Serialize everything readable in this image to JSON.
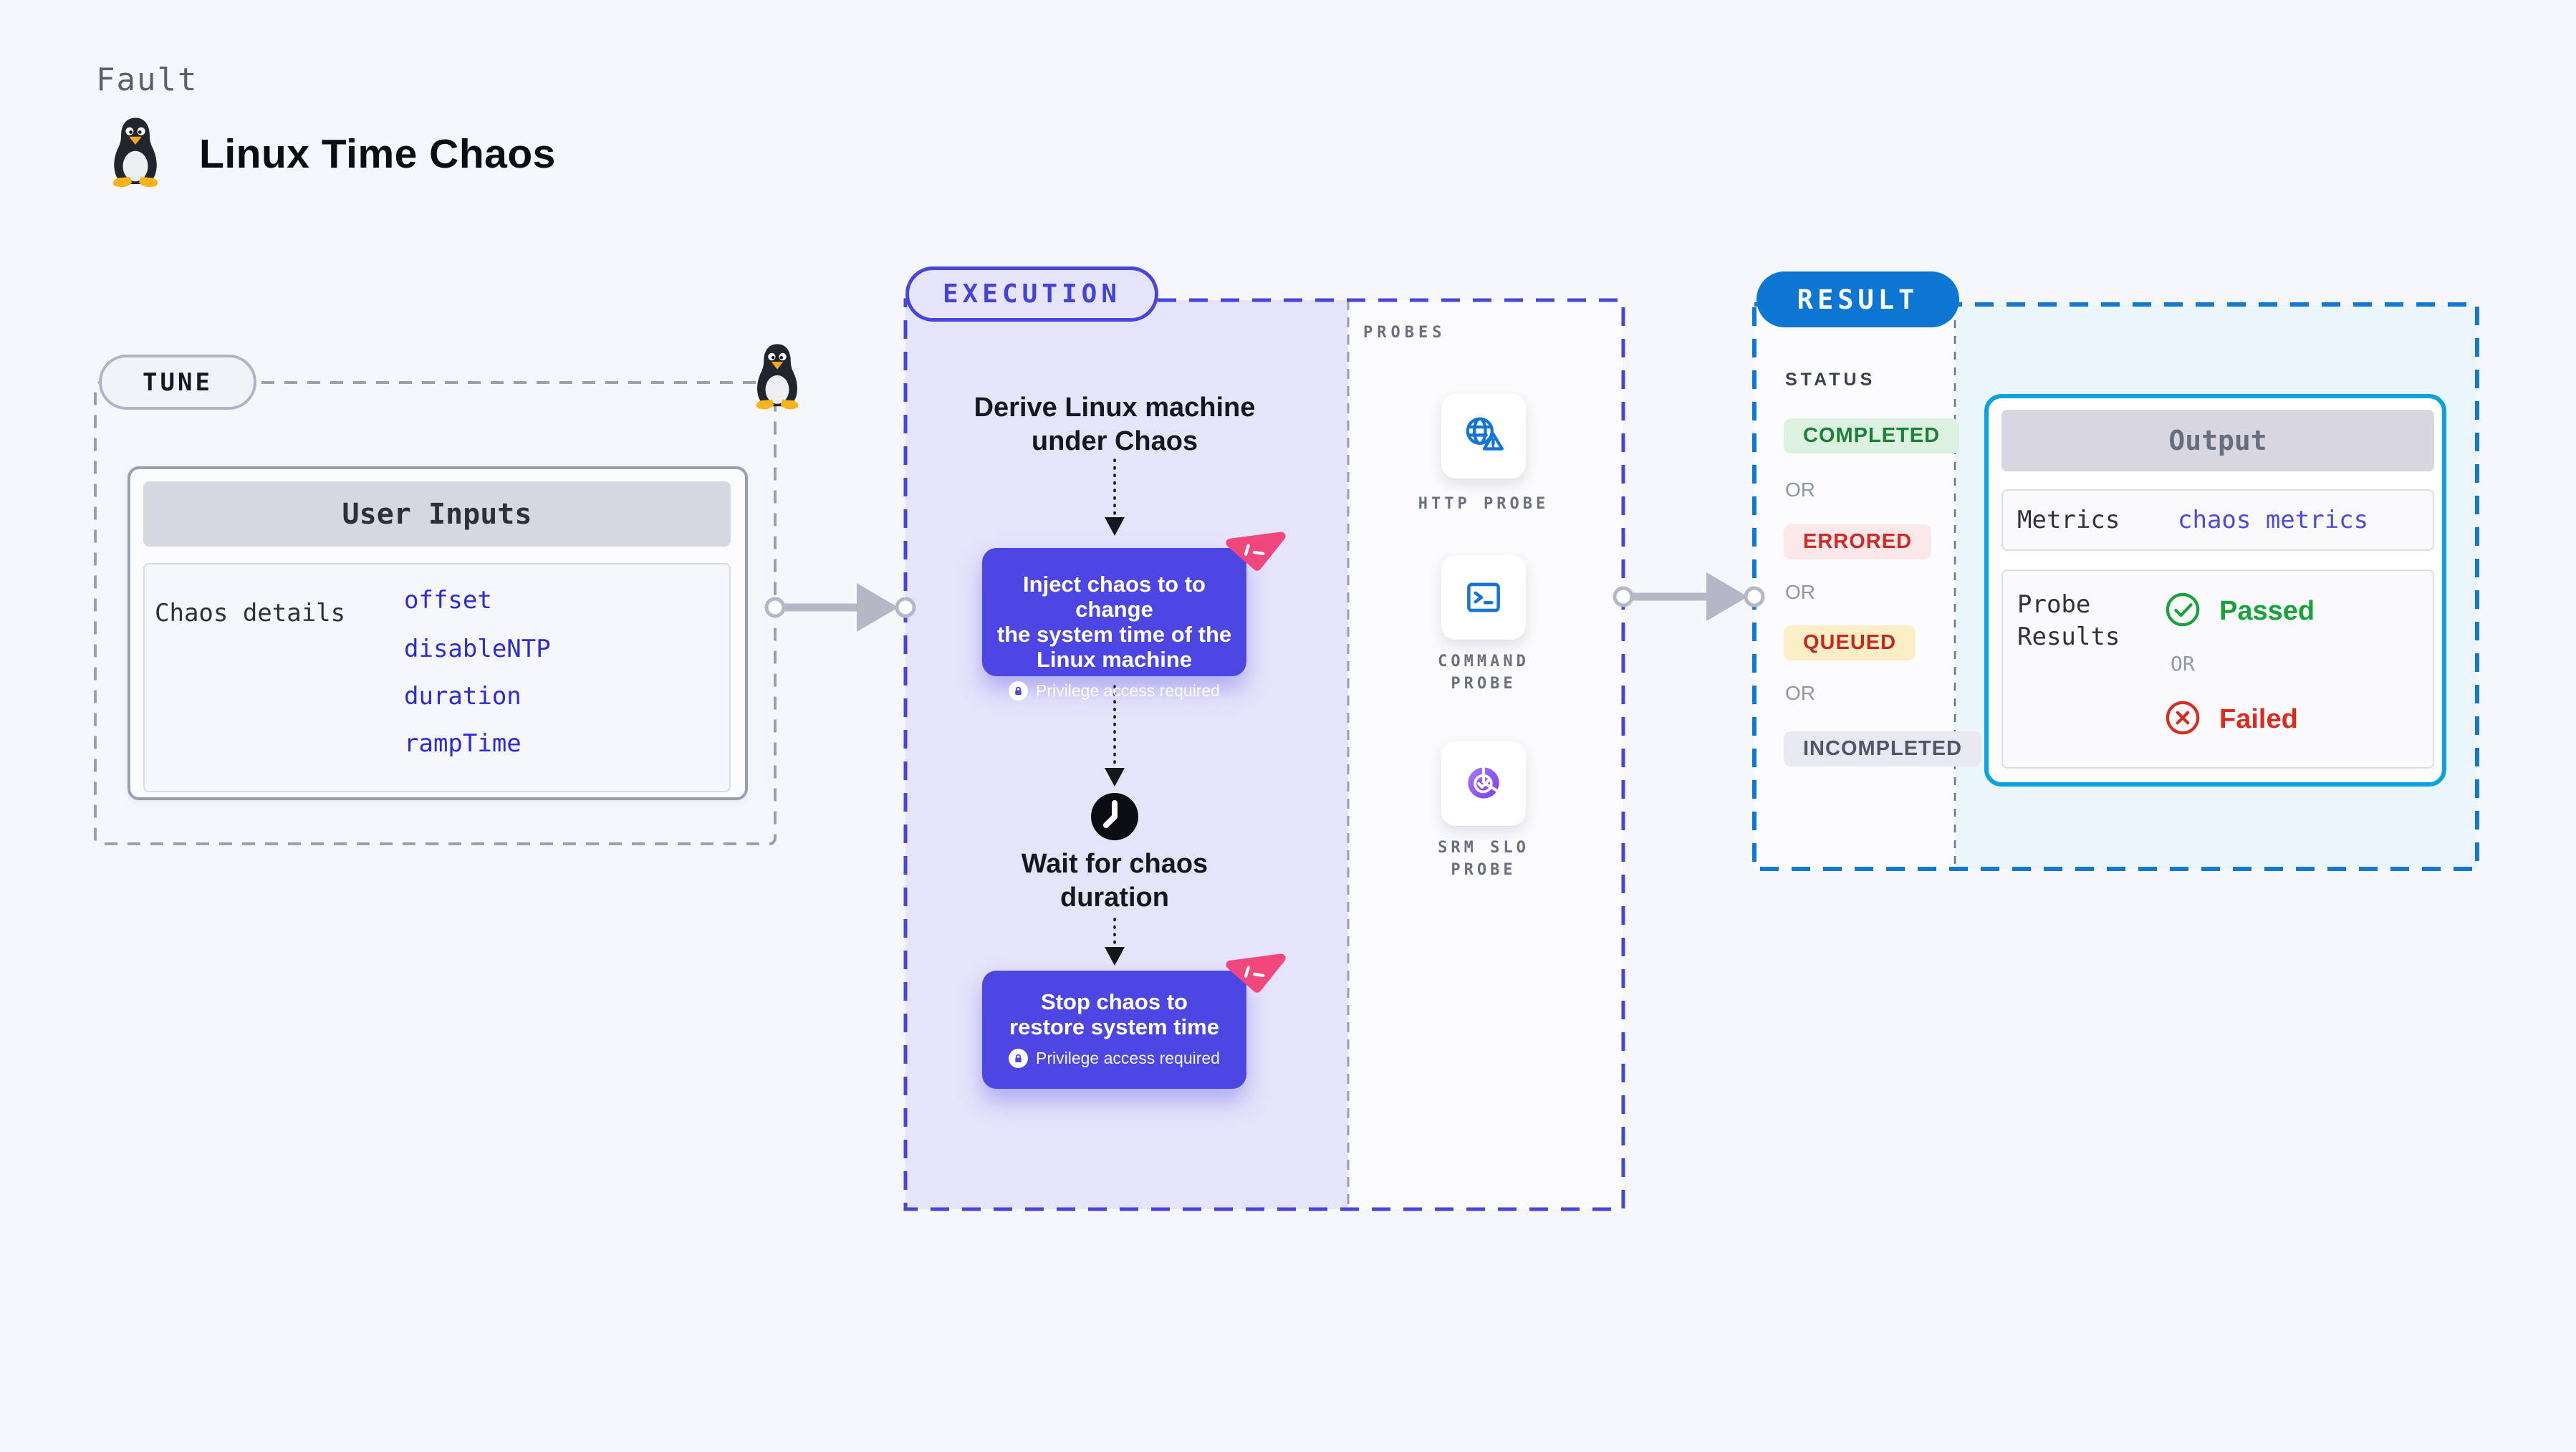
{
  "header": {
    "eyebrow": "Fault",
    "title": "Linux Time Chaos"
  },
  "tune": {
    "label": "TUNE",
    "user_inputs": {
      "title": "User Inputs",
      "row_label": "Chaos details",
      "inputs": [
        "offset",
        "disableNTP",
        "duration",
        "rampTime"
      ]
    }
  },
  "execution": {
    "label": "EXECUTION",
    "derive": {
      "line1": "Derive Linux machine",
      "line2": "under Chaos"
    },
    "inject": {
      "line1": "Inject chaos to to change",
      "line2": "the system time of the",
      "line3": "Linux machine",
      "privilege": "Privilege access required"
    },
    "wait": {
      "line1": "Wait for chaos",
      "line2": "duration"
    },
    "stop": {
      "line1": "Stop chaos to",
      "line2": "restore system time",
      "privilege": "Privilege access required"
    }
  },
  "probes": {
    "label": "PROBES",
    "items": [
      {
        "id": "http-probe",
        "label1": "HTTP PROBE",
        "label2": ""
      },
      {
        "id": "command-probe",
        "label1": "COMMAND",
        "label2": "PROBE"
      },
      {
        "id": "srm-slo-probe",
        "label1": "SRM SLO",
        "label2": "PROBE"
      }
    ]
  },
  "result": {
    "label": "RESULT",
    "status_heading": "STATUS",
    "or": "OR",
    "statuses": [
      {
        "text": "COMPLETED",
        "kind": "green"
      },
      {
        "text": "ERRORED",
        "kind": "red"
      },
      {
        "text": "QUEUED",
        "kind": "amber"
      },
      {
        "text": "INCOMPLETED",
        "kind": "gray"
      }
    ],
    "output": {
      "title": "Output",
      "metrics_label": "Metrics",
      "metrics_link": "chaos metrics",
      "probe_results_line1": "Probe",
      "probe_results_line2": "Results",
      "passed": "Passed",
      "or": "OR",
      "failed": "Failed"
    }
  },
  "colors": {
    "page_bg": "#f6f7fb",
    "indigo_accent": "#4845d9",
    "lavender_bg": "#e5e4fb",
    "chaos_node_purple": "#4e46e2",
    "chaos_logo_pink": "#f2477d",
    "probe_icon_blue": "#1674d4",
    "slo_purple": "#7a3bea",
    "result_blue": "#0d76d3",
    "result_dash_blue": "#1278d2",
    "output_border_cyan": "#0aa3dd",
    "output_area_bg": "#eaf6fb",
    "input_link_blue": "#2d2bd4",
    "completed_green": "#1b8139",
    "errored_red": "#cf2929",
    "queued_red": "#c32b20",
    "incompleted_gray": "#50556a",
    "passed_green": "#18a23a",
    "failed_red": "#da2b21",
    "arrow_gray": "#b4b7c5"
  }
}
